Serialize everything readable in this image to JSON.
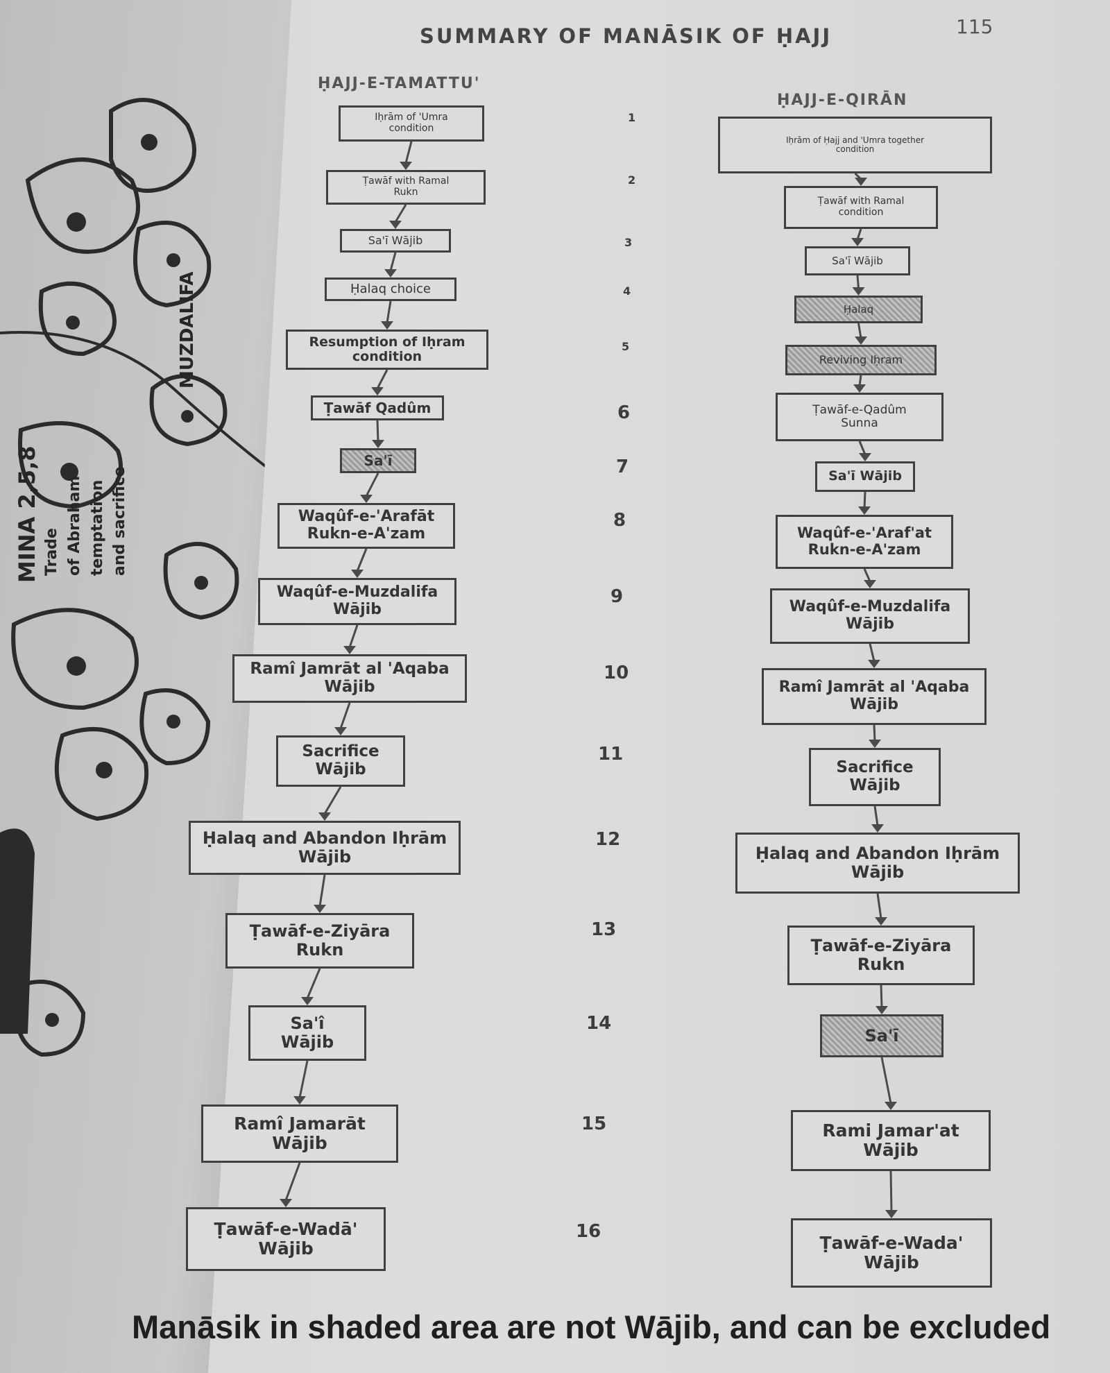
{
  "header": {
    "page_number": "115",
    "title": "SUMMARY OF MANĀSIK OF ḤAJJ"
  },
  "left_page": {
    "vertical_texts": [
      "MUZDALIFA",
      "MINA 2,5,8",
      "Trade",
      "of Abraham",
      "temptation",
      "and sacrifice"
    ]
  },
  "columns": {
    "tamattu": {
      "title": "ḤAJJ-E-TAMATTU'",
      "steps": [
        {
          "lines": [
            "Iḥrām of 'Umra",
            "condition"
          ],
          "shaded": false
        },
        {
          "lines": [
            "Ṭawāf with Ramal",
            "Rukn"
          ],
          "shaded": false
        },
        {
          "lines": [
            "Sa'ī Wājib"
          ],
          "shaded": false
        },
        {
          "lines": [
            "Ḥalaq choice"
          ],
          "shaded": false
        },
        {
          "lines": [
            "Resumption of Iḥram",
            "condition"
          ],
          "shaded": false
        },
        {
          "lines": [
            "Ṭawāf Qadûm"
          ],
          "shaded": false
        },
        {
          "lines": [
            "Sa'ī"
          ],
          "shaded": true
        },
        {
          "lines": [
            "Waqûf-e-'Arafāt",
            "Rukn-e-A'zam"
          ],
          "shaded": false
        },
        {
          "lines": [
            "Waqûf-e-Muzdalifa",
            "Wājib"
          ],
          "shaded": false
        },
        {
          "lines": [
            "Ramî Jamrāt al 'Aqaba",
            "Wājib"
          ],
          "shaded": false
        },
        {
          "lines": [
            "Sacrifice",
            "Wājib"
          ],
          "shaded": false
        },
        {
          "lines": [
            "Ḥalaq and Abandon Iḥrām",
            "Wājib"
          ],
          "shaded": false
        },
        {
          "lines": [
            "Ṭawāf-e-Ziyāra",
            "Rukn"
          ],
          "shaded": false
        },
        {
          "lines": [
            "Sa'î",
            "Wājib"
          ],
          "shaded": false
        },
        {
          "lines": [
            "Ramî Jamarāt",
            "Wājib"
          ],
          "shaded": false
        },
        {
          "lines": [
            "Ṭawāf-e-Wadā'",
            "Wājib"
          ],
          "shaded": false
        }
      ]
    },
    "numbers": [
      "1",
      "2",
      "3",
      "4",
      "5",
      "6",
      "7",
      "8",
      "9",
      "10",
      "11",
      "12",
      "13",
      "14",
      "15",
      "16"
    ],
    "qiran": {
      "title": "ḤAJJ-E-QIRĀN",
      "steps": [
        {
          "lines": [
            "Iḥrām of Ḥajj and 'Umra together",
            "condition"
          ],
          "shaded": false
        },
        {
          "lines": [
            "Ṭawāf with Ramal",
            "condition"
          ],
          "shaded": false
        },
        {
          "lines": [
            "Sa'ī Wājib"
          ],
          "shaded": false
        },
        {
          "lines": [
            "Ḥalaq"
          ],
          "shaded": true
        },
        {
          "lines": [
            "Reviving Iḥram"
          ],
          "shaded": true
        },
        {
          "lines": [
            "Ṭawāf-e-Qadûm",
            "Sunna"
          ],
          "shaded": false
        },
        {
          "lines": [
            "Sa'ī Wājib"
          ],
          "shaded": false
        },
        {
          "lines": [
            "Waqûf-e-'Araf'at",
            "Rukn-e-A'zam"
          ],
          "shaded": false
        },
        {
          "lines": [
            "Waqûf-e-Muzdalifa",
            "Wājib"
          ],
          "shaded": false
        },
        {
          "lines": [
            "Ramî Jamrāt al 'Aqaba",
            "Wājib"
          ],
          "shaded": false
        },
        {
          "lines": [
            "Sacrifice",
            "Wājib"
          ],
          "shaded": false
        },
        {
          "lines": [
            "Ḥalaq and Abandon Iḥrām",
            "Wājib"
          ],
          "shaded": false
        },
        {
          "lines": [
            "Ṭawāf-e-Ziyāra",
            "Rukn"
          ],
          "shaded": false
        },
        {
          "lines": [
            "Sa'ī"
          ],
          "shaded": true
        },
        {
          "lines": [
            "Rami Jamar'at",
            "Wājib"
          ],
          "shaded": false
        },
        {
          "lines": [
            "Ṭawāf-e-Wada'",
            "Wājib"
          ],
          "shaded": false
        }
      ]
    }
  },
  "footer": {
    "note": "Manāsik in shaded area are not Wājib, and can be excluded"
  },
  "colors": {
    "paper": "#dcdcda",
    "ink": "#404040",
    "shade": "#9c9c9a"
  }
}
